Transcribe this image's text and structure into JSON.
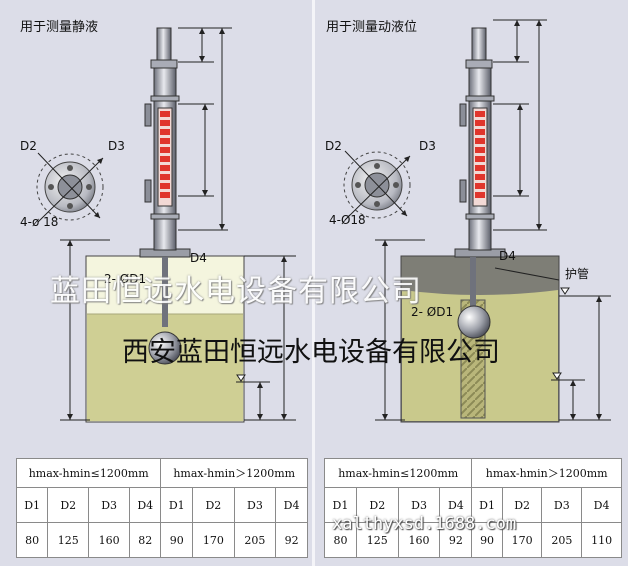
{
  "panels": [
    {
      "title": "用于测量静液",
      "labels": {
        "d2": "D2",
        "d3": "D3",
        "holes": "4-ø 18",
        "d4": "D4",
        "d1": "2- ØD1"
      },
      "table": {
        "group_left": "hmax-hmin≤1200mm",
        "group_right": "hmax-hmin＞1200mm",
        "columns": [
          "D1",
          "D2",
          "D3",
          "D4",
          "D1",
          "D2",
          "D3",
          "D4"
        ],
        "values": [
          "80",
          "125",
          "160",
          "82",
          "90",
          "170",
          "205",
          "92"
        ]
      }
    },
    {
      "title": "用于测量动液位",
      "labels": {
        "d2": "D2",
        "d3": "D3",
        "holes": "4-Ø18",
        "d4": "D4",
        "d1": "2- ØD1",
        "guard": "护管"
      },
      "table": {
        "group_left": "hmax-hmin≤1200mm",
        "group_right": "hmax-hmin＞1200mm",
        "columns": [
          "D1",
          "D2",
          "D3",
          "D4",
          "D1",
          "D2",
          "D3",
          "D4"
        ],
        "values": [
          "80",
          "125",
          "160",
          "92",
          "90",
          "170",
          "205",
          "110"
        ]
      }
    }
  ],
  "watermarks": {
    "big": "蓝田恒远水电设备有限公司",
    "serif": "西安蓝田恒远水电设备有限公司",
    "url": "xalthyxsd.1688.com"
  },
  "colors": {
    "background": "#dcdde8",
    "tank_left": "#f4f5de",
    "liquid_left": "#cfcf94",
    "tank_right": "#7e7e76",
    "liquid_right": "#c9c98c",
    "indicator": "#e0352c"
  }
}
